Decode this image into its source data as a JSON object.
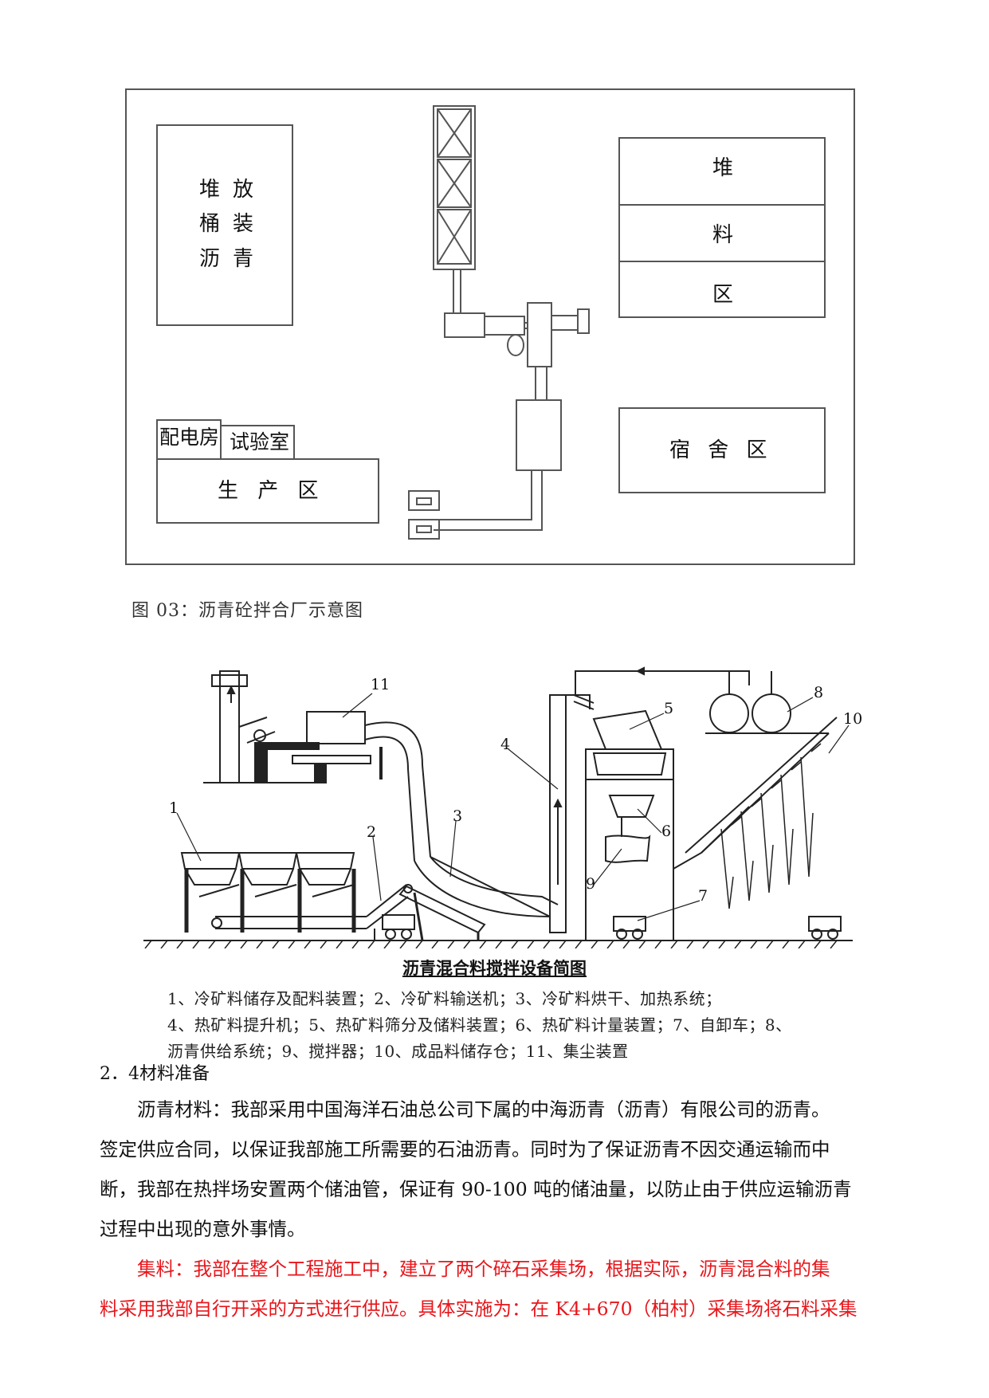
{
  "site_plan": {
    "asphalt_storage": [
      "堆",
      "放",
      "桶",
      "装",
      "沥",
      "青"
    ],
    "stockpile": [
      "堆",
      "料",
      "区"
    ],
    "power_room": "配电房",
    "lab": "试验室",
    "production": "生 产 区",
    "dormitory": "宿 舍 区"
  },
  "figure1_caption": "图 03：沥青砼拌合厂示意图",
  "equipment": {
    "numbers": [
      "1",
      "2",
      "3",
      "4",
      "5",
      "6",
      "7",
      "8",
      "9",
      "10",
      "11"
    ],
    "caption": "沥青混合料搅拌设备简图",
    "legend": [
      "1、冷矿料储存及配料装置；2、冷矿料输送机；3、冷矿料烘干、加热系统；",
      "4、热矿料提升机；5、热矿料筛分及储料装置；6、热矿料计量装置；7、自卸车；8、",
      "沥青供给系统；9、搅拌器；10、成品料储存仓；11、集尘装置"
    ]
  },
  "section_heading": "2．4材料准备",
  "paragraph1": [
    "沥青材料：我部采用中国海洋石油总公司下属的中海沥青（沥青）有限公司的沥青。",
    "签定供应合同，以保证我部施工所需要的石油沥青。同时为了保证沥青不因交通运输而中",
    "断，我部在热拌场安置两个储油管，保证有 90-100 吨的储油量，以防止由于供应运输沥青",
    "过程中出现的意外事情。"
  ],
  "paragraph2": {
    "label": "集料：",
    "lines": [
      "我部在整个工程施工中，建立了两个碎石采集场，根据实际，沥青混合料的集",
      "料采用我部自行开采的方式进行供应。具体实施为：在 K4+670（柏村）采集场将石料采集"
    ]
  },
  "colors": {
    "text": "#111111",
    "highlight": "#e8161b",
    "line": "#444444"
  }
}
